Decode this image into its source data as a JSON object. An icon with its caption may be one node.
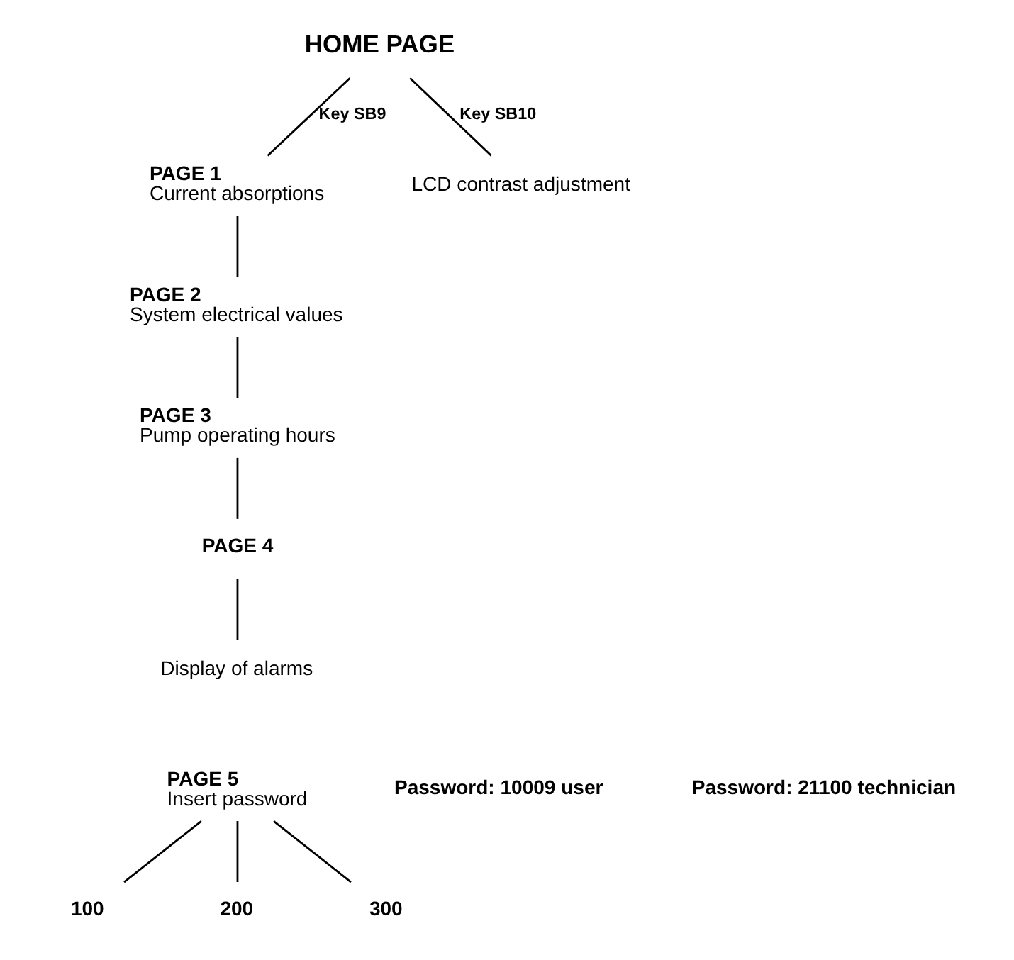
{
  "diagram": {
    "nodes": [
      {
        "text": [
          "HOME PAGE"
        ]
      },
      {
        "text": [
          "PAGE 1",
          "Current absorptions"
        ]
      },
      {
        "text": [
          "LCD contrast adjustment"
        ]
      },
      {
        "text": [
          "PAGE 2",
          "System electrical values"
        ]
      },
      {
        "text": [
          "PAGE 3",
          "Pump operating hours"
        ]
      },
      {
        "text": [
          "PAGE 4"
        ]
      },
      {
        "text": [
          "Display of alarms"
        ]
      },
      {
        "text": [
          "PAGE 5",
          "Insert password"
        ]
      },
      {
        "text": [
          "100"
        ]
      },
      {
        "text": [
          "200"
        ]
      },
      {
        "text": [
          "300"
        ]
      }
    ],
    "edges": [
      {
        "from": 0,
        "to": 1,
        "arrow": "none",
        "label": "Key SB9"
      },
      {
        "from": 0,
        "to": 2,
        "arrow": "none",
        "label": "Key SB10"
      },
      {
        "from": 1,
        "to": 3,
        "arrow": "none"
      },
      {
        "from": 3,
        "to": 4,
        "arrow": "none"
      },
      {
        "from": 4,
        "to": 5,
        "arrow": "none"
      },
      {
        "from": 5,
        "to": 6,
        "arrow": "none"
      },
      {
        "from": 7,
        "to": 8,
        "arrow": "none"
      },
      {
        "from": 7,
        "to": 9,
        "arrow": "none"
      },
      {
        "from": 7,
        "to": 10,
        "arrow": "none"
      }
    ],
    "labels": [
      "Password: 10009 user",
      "Password: 21100 technician"
    ]
  }
}
